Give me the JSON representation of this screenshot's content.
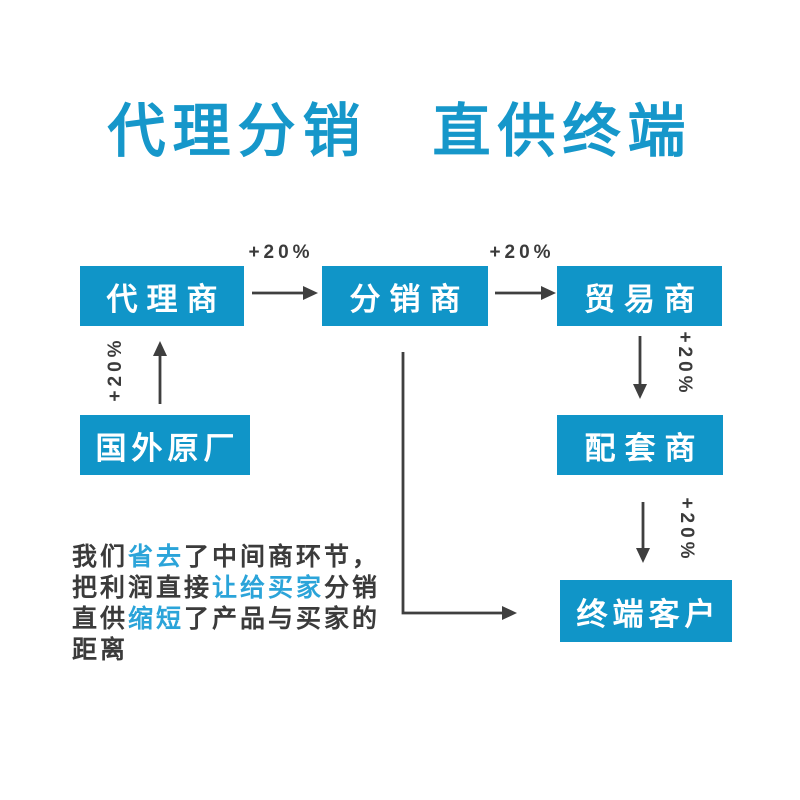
{
  "title": "代理分销　直供终端",
  "colors": {
    "accent_blue": "#1095c8",
    "title_blue": "#1697ca",
    "highlight_blue": "#2ba4d9",
    "text_dark": "#3b3b3b",
    "arrow_gray": "#3f3f3f",
    "box_text": "#ffffff"
  },
  "nodes": {
    "agent": {
      "label": "代理商"
    },
    "distributor": {
      "label": "分销商"
    },
    "trader": {
      "label": "贸易商"
    },
    "factory": {
      "label": "国外原厂"
    },
    "supplier": {
      "label": "配套商"
    },
    "end_customer": {
      "label": "终端客户"
    }
  },
  "arrows": {
    "factory_to_agent": {
      "label": "+20%",
      "direction": "up"
    },
    "agent_to_distributor": {
      "label": "+20%",
      "direction": "right"
    },
    "distributor_to_trader": {
      "label": "+20%",
      "direction": "right"
    },
    "trader_to_supplier": {
      "label": "+20%",
      "direction": "down"
    },
    "supplier_to_end_customer": {
      "label": "+20%",
      "direction": "down"
    },
    "distributor_to_end_customer": {
      "label": "",
      "direction": "down-right"
    }
  },
  "description": {
    "lines": [
      {
        "segments": [
          {
            "text": "我们",
            "highlight": false
          },
          {
            "text": "省去",
            "highlight": true
          },
          {
            "text": "了中间商环节，",
            "highlight": false
          }
        ]
      },
      {
        "segments": [
          {
            "text": "把利润直接",
            "highlight": false
          },
          {
            "text": "让给买家",
            "highlight": true
          },
          {
            "text": "分销",
            "highlight": false
          }
        ]
      },
      {
        "segments": [
          {
            "text": "直供",
            "highlight": false
          },
          {
            "text": "缩短",
            "highlight": true
          },
          {
            "text": "了产品与买家的",
            "highlight": false
          }
        ]
      },
      {
        "segments": [
          {
            "text": "距离",
            "highlight": false
          }
        ]
      }
    ]
  }
}
